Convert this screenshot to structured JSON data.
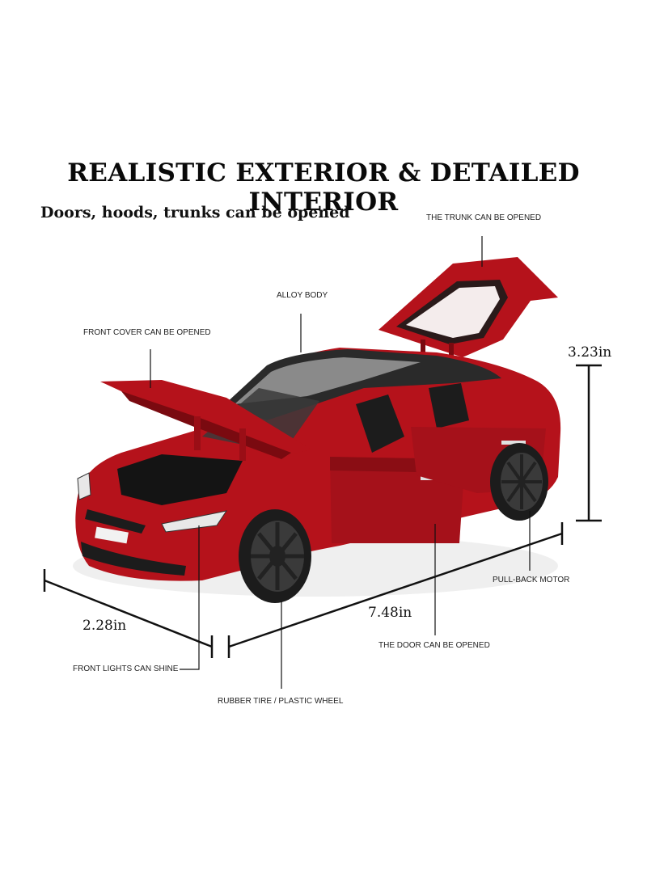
{
  "headline": "REALISTIC EXTERIOR & DETAILED INTERIOR",
  "subheadline": "Doors, hoods, trunks can be opened",
  "callouts": {
    "trunk": "THE TRUNK CAN BE OPENED",
    "alloy_body": "ALLOY BODY",
    "front_cover": "FRONT COVER CAN BE OPENED",
    "pull_back_motor": "PULL-BACK MOTOR",
    "door": "THE DOOR CAN BE OPENED",
    "front_lights": "FRONT LIGHTS CAN SHINE",
    "tire_wheel": "RUBBER TIRE / PLASTIC WHEEL"
  },
  "dimensions": {
    "height": "3.23in",
    "length": "7.48in",
    "width": "2.28in"
  },
  "colors": {
    "car_body": "#b5121b",
    "car_dark": "#7a0a10",
    "glass": "#2a2a2a",
    "tire": "#1c1c1c",
    "line": "#111111"
  }
}
